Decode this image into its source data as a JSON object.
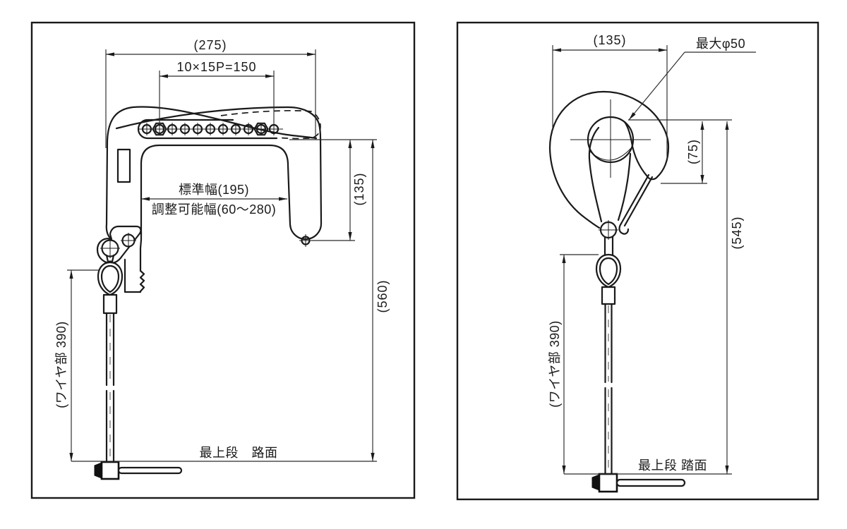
{
  "window": {
    "background_color": "#ffffff",
    "line_color": "#1a1a1a"
  },
  "left_view": {
    "dim_overall_width": "(275)",
    "dim_hole_pitch": "10×15P=150",
    "dim_standard_width": "標準幅(195)",
    "dim_adjustable_width": "調整可能幅(60～280)",
    "dim_drop": "(135)",
    "dim_overall_height": "(560)",
    "dim_wire": "(ワイヤ部 390)",
    "label_baseline": "最上段　路面"
  },
  "right_view": {
    "dim_overall_width": "(135)",
    "label_max_diameter": "最大φ50",
    "dim_throat_depth": "(75)",
    "dim_overall_height": "(545)",
    "dim_wire": "(ワイヤ部 390)",
    "label_baseline": "最上段 踏面"
  }
}
